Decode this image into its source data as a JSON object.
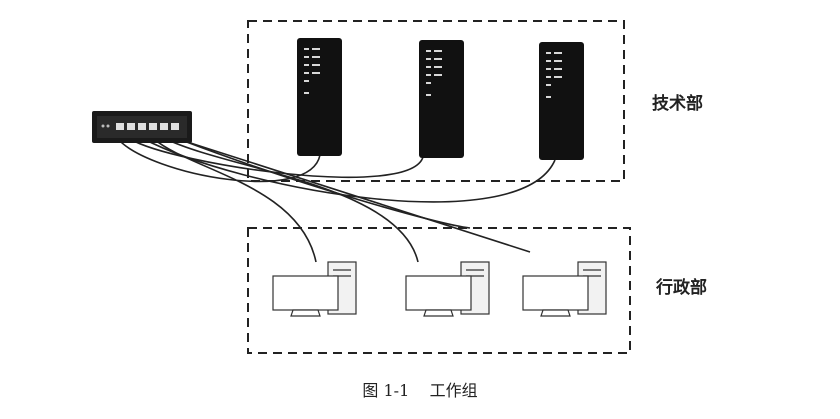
{
  "groups": {
    "tech": {
      "label": "技术部"
    },
    "admin": {
      "label": "行政部"
    }
  },
  "caption": {
    "figure_number": "图 1-1",
    "title": "工作组"
  },
  "colors": {
    "stroke": "#222222",
    "server_body": "#111111",
    "server_led": "#d8d8d8",
    "switch_body": "#1a1a1a",
    "monitor_fill": "#ffffff",
    "tower_fill": "#f2f2f2"
  },
  "icons": {
    "switch": "network-switch-icon",
    "server": "server-icon",
    "workstation": "desktop-computer-icon"
  }
}
